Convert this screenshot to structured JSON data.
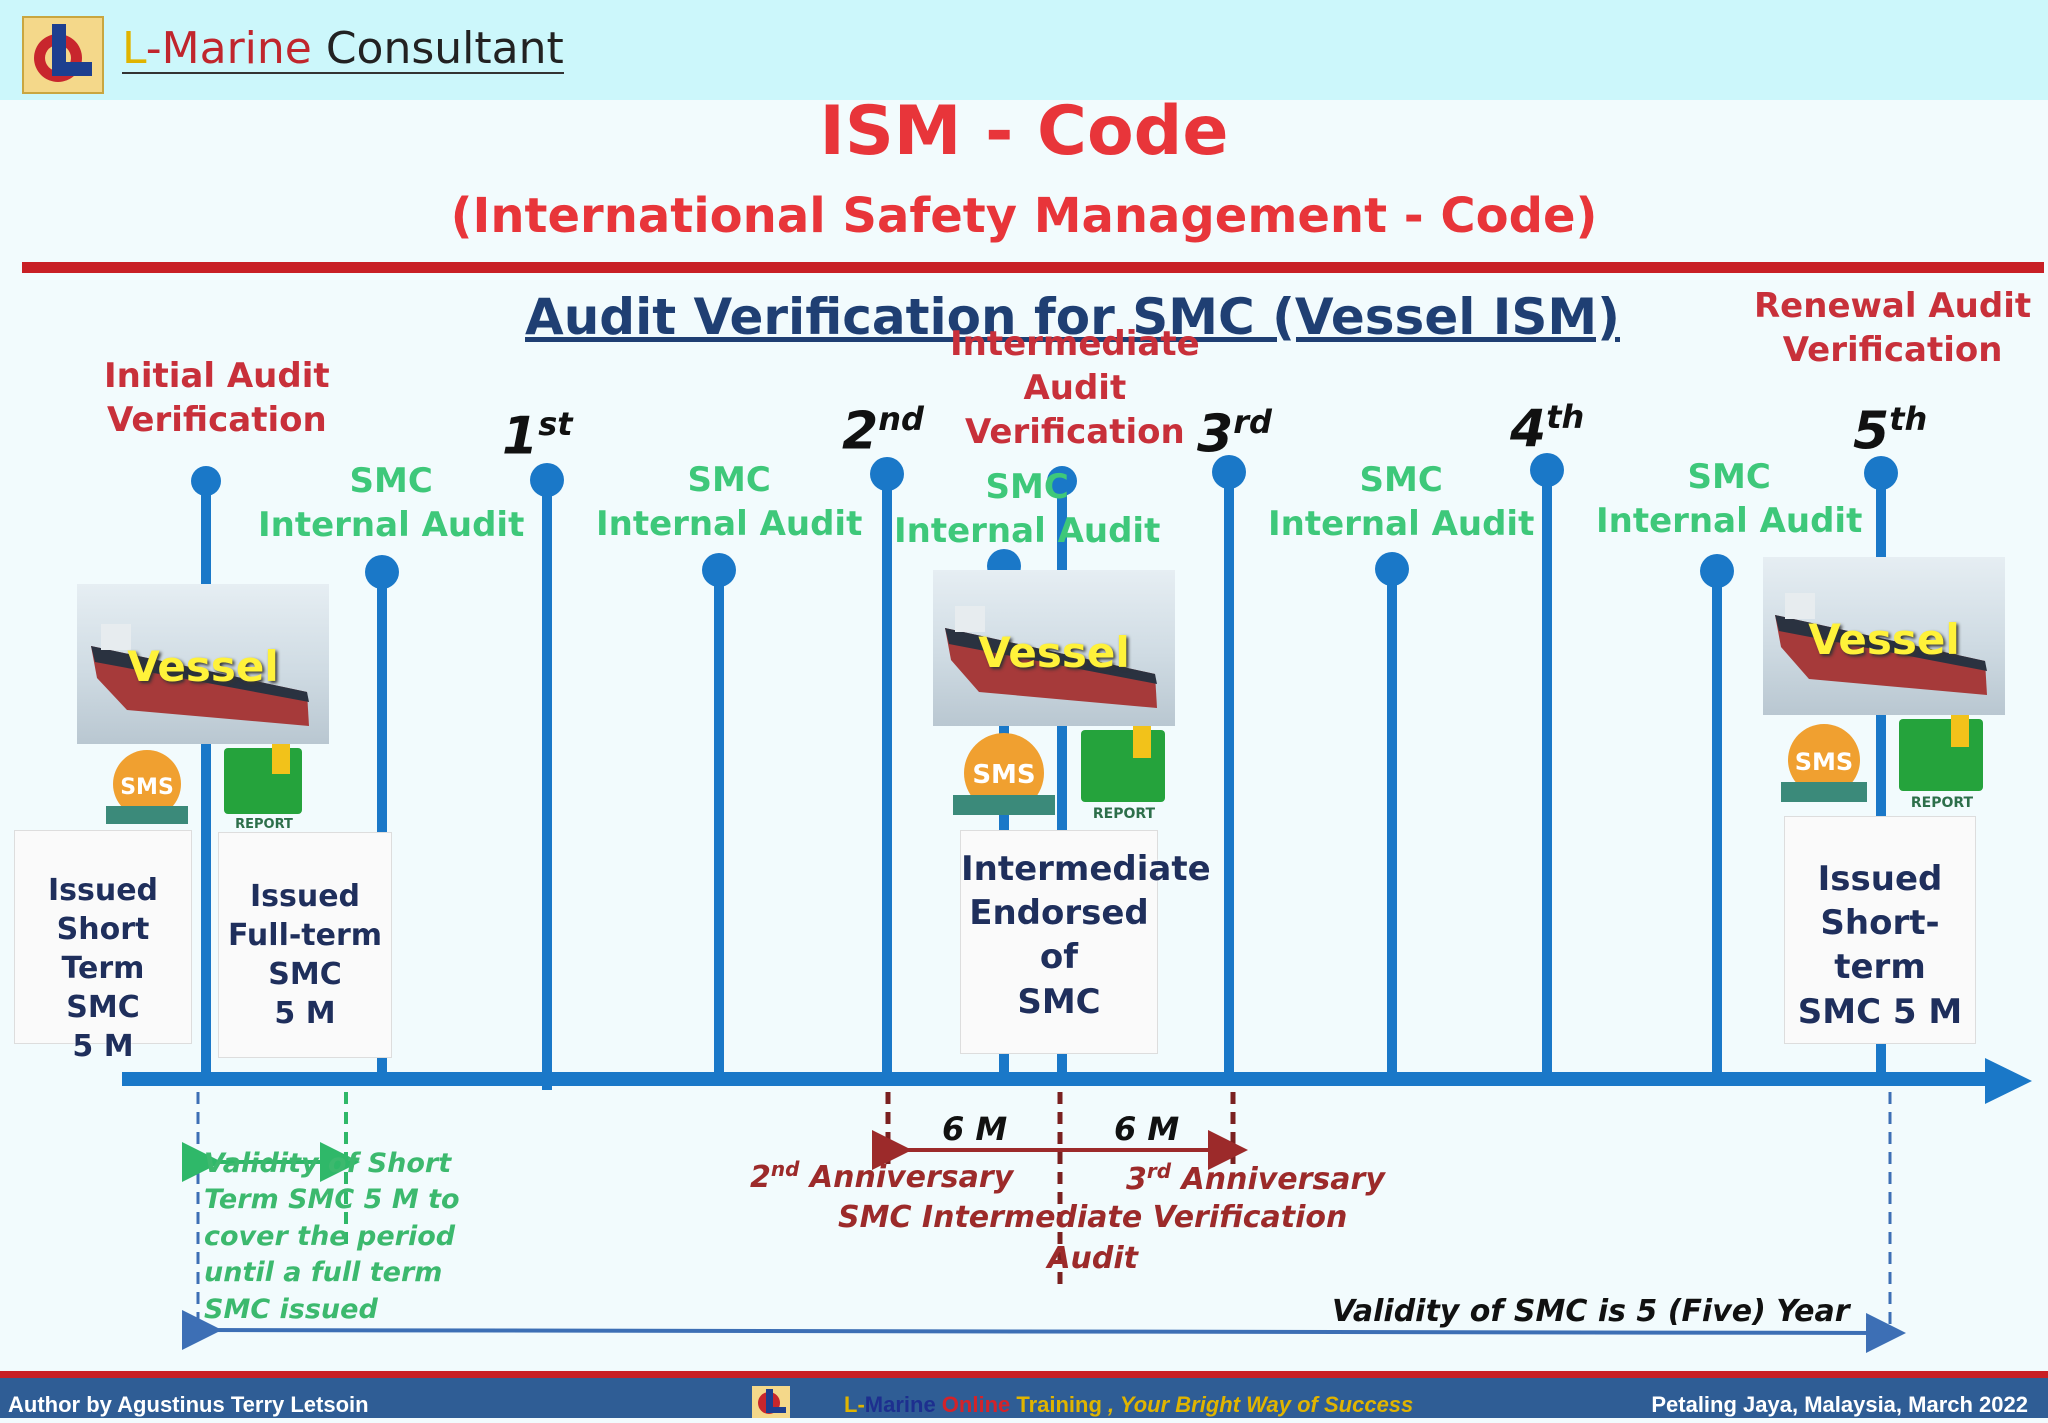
{
  "header": {
    "brand_l": "L",
    "brand_dash": "-",
    "brand_marine": "Marine",
    "brand_consultant": " Consultant"
  },
  "title": "ISM - Code",
  "subtitle": "(International Safety Management - Code)",
  "section_title": "Audit Verification for SMC (Vessel ISM)",
  "audits": {
    "initial": [
      "Initial Audit",
      "Verification"
    ],
    "intermediate": [
      "Intermediate",
      "Audit",
      "Verification"
    ],
    "renewal": [
      "Renewal Audit",
      "Verification"
    ]
  },
  "anniversaries": [
    {
      "num": "1",
      "sup": "st"
    },
    {
      "num": "2",
      "sup": "nd"
    },
    {
      "num": "3",
      "sup": "rd"
    },
    {
      "num": "4",
      "sup": "th"
    },
    {
      "num": "5",
      "sup": "th"
    }
  ],
  "internal_audit": [
    "SMC",
    "Internal Audit"
  ],
  "vessel_label": "Vessel",
  "sms_label": "SMS",
  "report_label": "REPORT",
  "docs": {
    "short_term": [
      "Issued",
      "Short Term",
      "SMC",
      "5 M"
    ],
    "full_term": [
      "Issued",
      "Full-term",
      "SMC",
      "5 M"
    ],
    "intermediate": [
      "Intermediate",
      "Endorsed",
      "of",
      "SMC"
    ],
    "renewal": [
      "Issued",
      "Short-term",
      "SMC 5 M"
    ]
  },
  "window": {
    "left": "6 M",
    "right": "6 M",
    "anniv2_num": "2",
    "anniv2_sup": "nd",
    "anniv2_text": " Anniversary",
    "anniv3_num": "3",
    "anniv3_sup": "rd",
    "anniv3_text": " Anniversary",
    "verification_line1": "SMC Intermediate Verification",
    "verification_line2": "Audit"
  },
  "validity_short": [
    "Validity of Short",
    "Term SMC 5 M to",
    "cover the period",
    "until a full term",
    "SMC issued"
  ],
  "validity_smc": "Validity of SMC is 5 (Five) Year",
  "footer": {
    "author": "Author by Agustinus Terry Letsoin",
    "tag_l": "L-",
    "tag_marine": "Marine",
    "tag_online": " Online",
    "tag_training": " Training",
    "tag_slogan": " , Your Bright Way of Success",
    "location": "Petaling Jaya, Malaysia, March 2022"
  },
  "colors": {
    "timeline": "#1a78c8",
    "title_red": "#e8353a",
    "audit_red": "#c8303a",
    "green": "#3ec87a",
    "maroon": "#9c2a2a",
    "navy": "#1f3060",
    "footer_blue": "#2f5d95"
  }
}
